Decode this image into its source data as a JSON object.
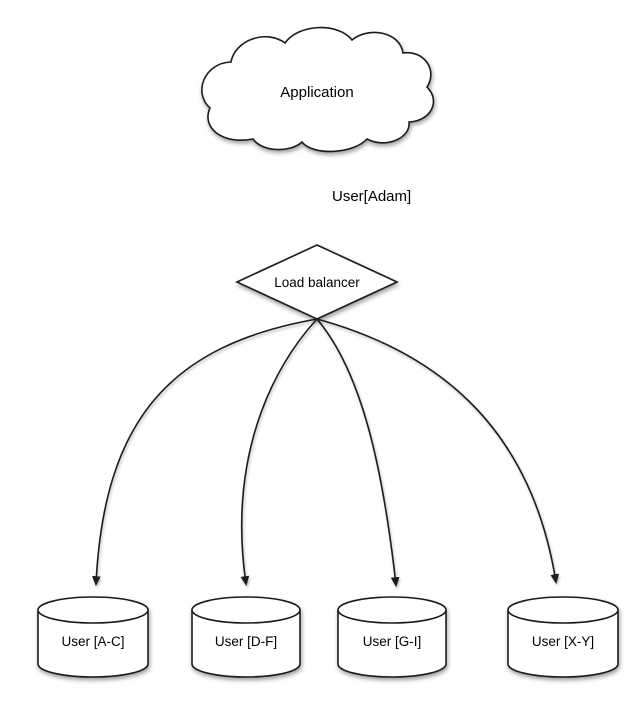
{
  "diagram": {
    "application": {
      "label": "Application",
      "shape": "cloud"
    },
    "request_label": "User[Adam]",
    "load_balancer": {
      "label": "Load balancer",
      "shape": "diamond"
    },
    "shards": [
      {
        "label": "User [A-C]",
        "shape": "cylinder"
      },
      {
        "label": "User [D-F]",
        "shape": "cylinder"
      },
      {
        "label": "User [G-I]",
        "shape": "cylinder"
      },
      {
        "label": "User [X-Y]",
        "shape": "cylinder"
      }
    ],
    "colors": {
      "stroke": "#1c1c1c",
      "shape_fill": "#ffffff",
      "text": "#000000",
      "background": "#ffffff"
    }
  }
}
